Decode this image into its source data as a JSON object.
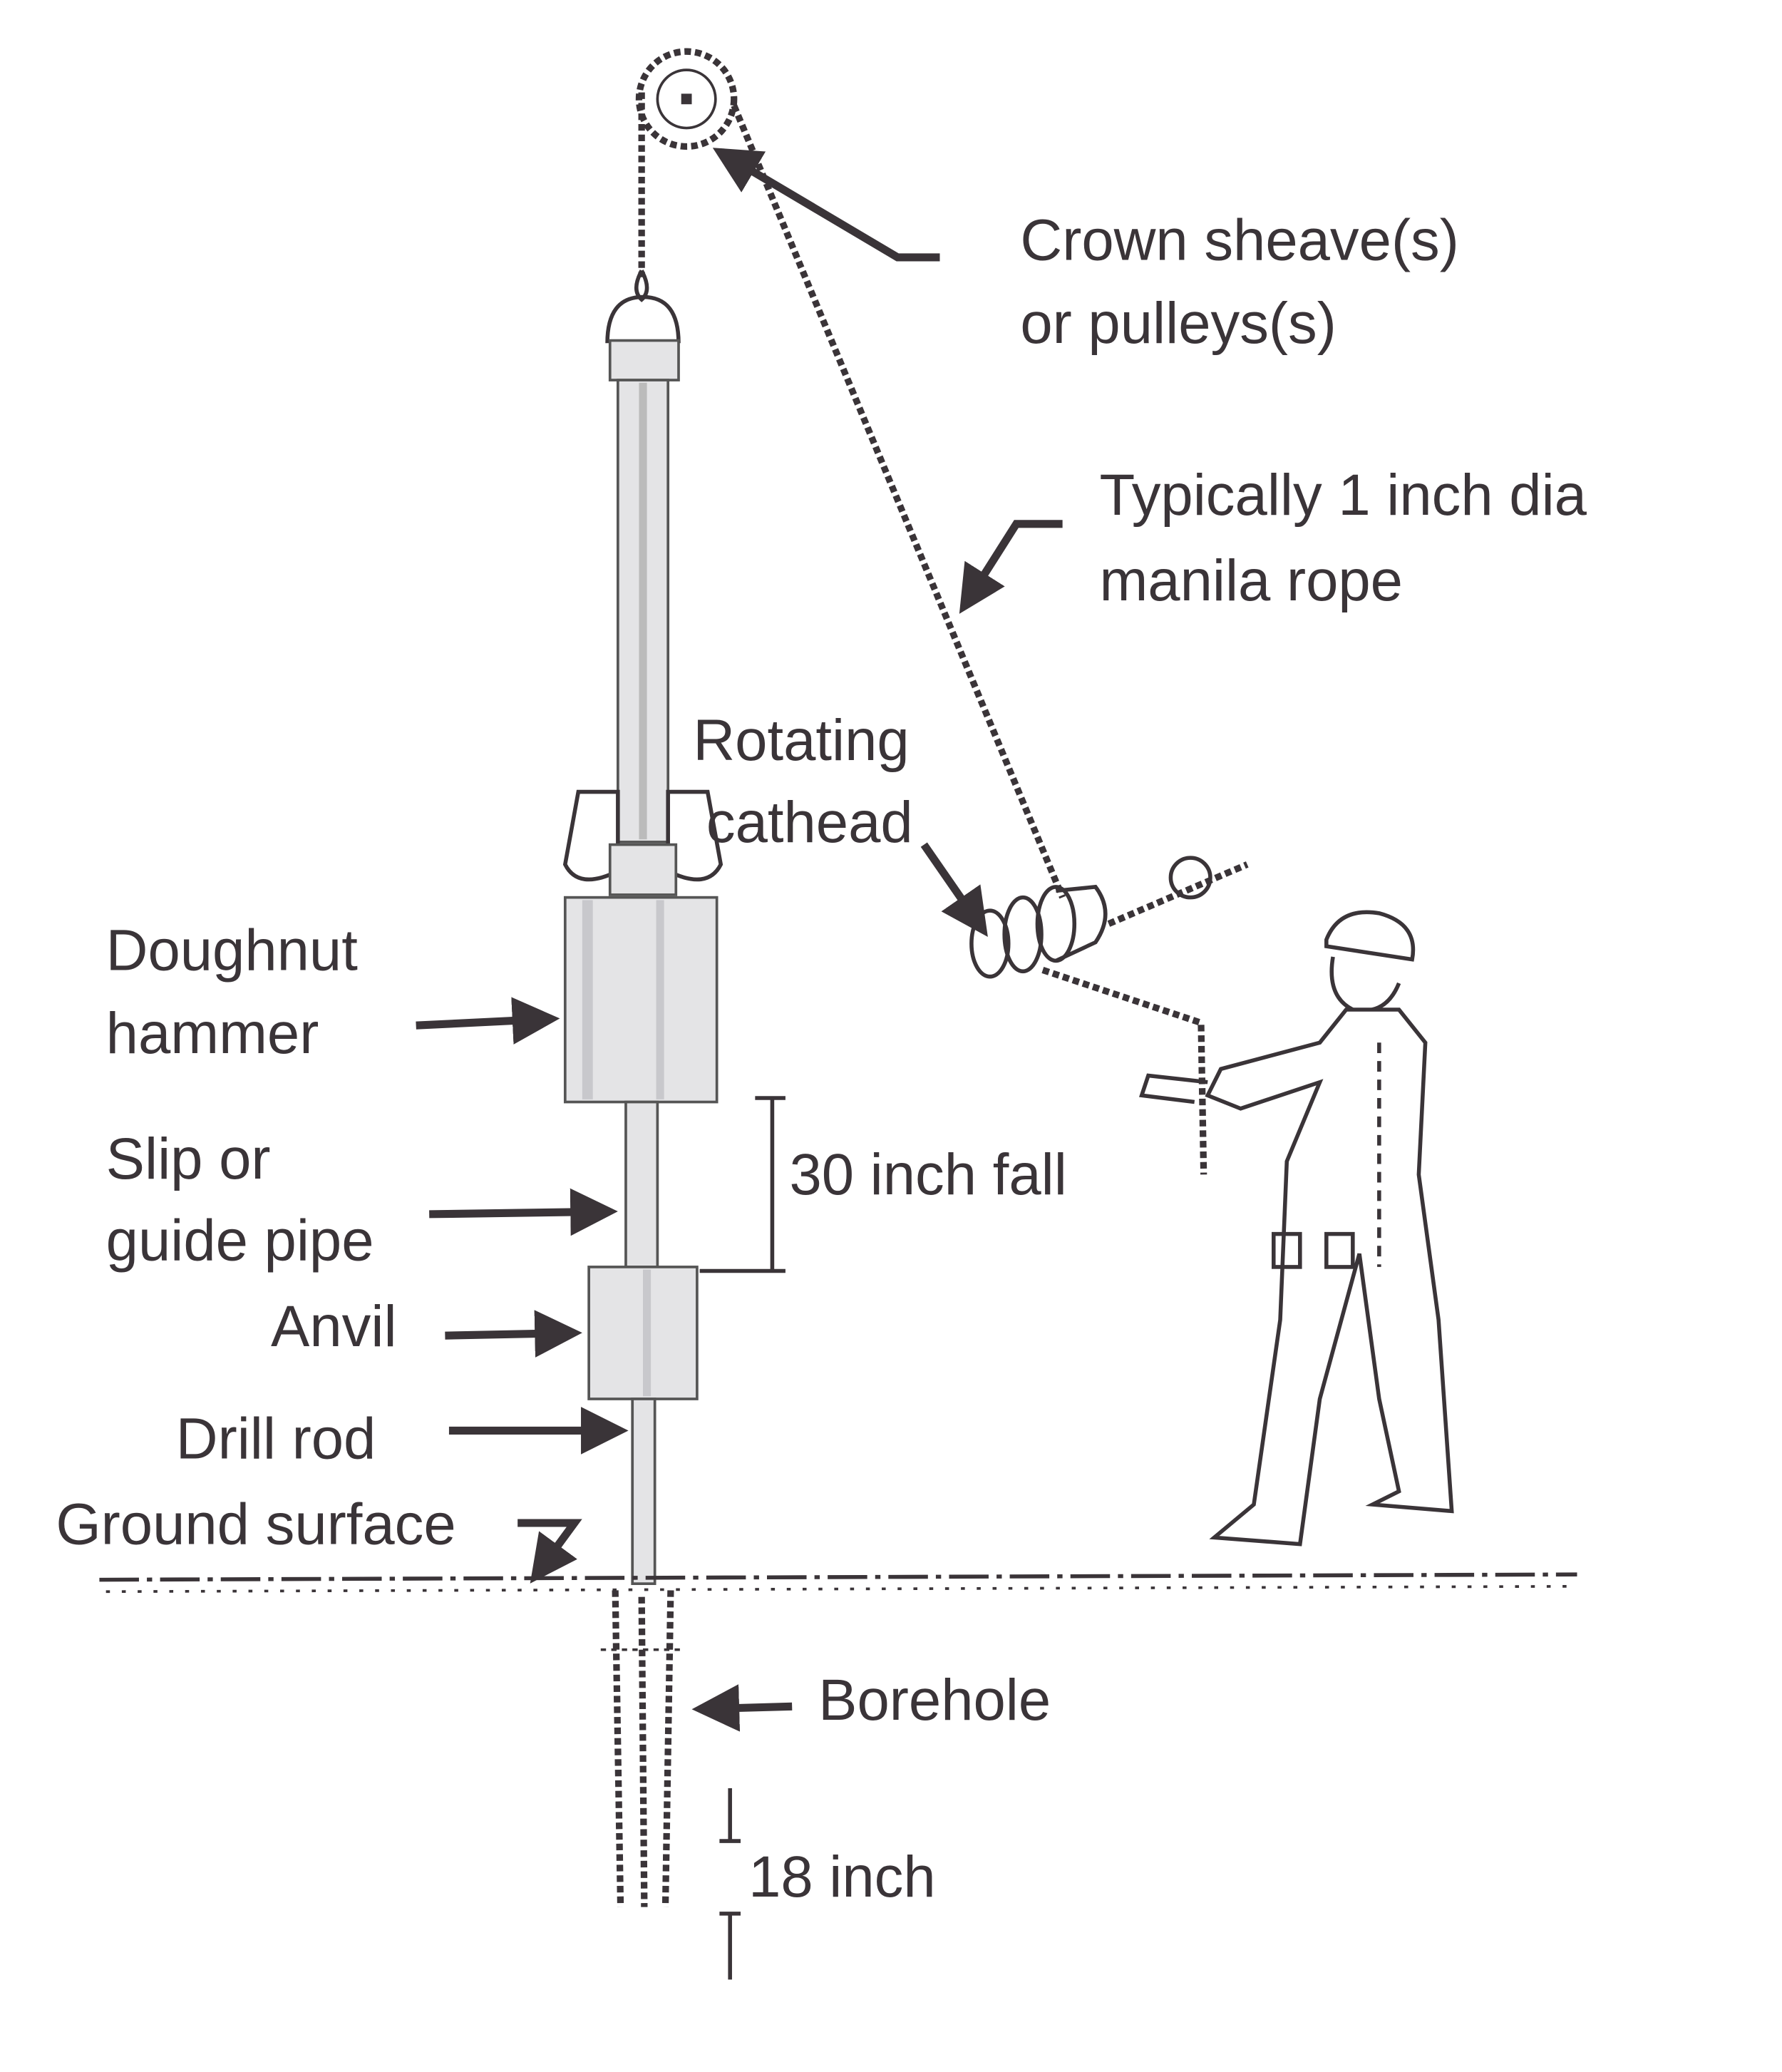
{
  "diagram": {
    "title": "Standard Penetration Test setup",
    "labels": {
      "crown_sheave_line1": "Crown sheave(s)",
      "crown_sheave_line2": "or pulleys(s)",
      "rope_line1": "Typically 1 inch dia",
      "rope_line2": "manila rope",
      "cathead_line1": "Rotating",
      "cathead_line2": "cathead",
      "hammer_line1": "Doughnut",
      "hammer_line2": "hammer",
      "guide_line1": "Slip or",
      "guide_line2": "guide pipe",
      "anvil": "Anvil",
      "drill_rod": "Drill rod",
      "ground_surface": "Ground surface",
      "fall": "30 inch fall",
      "borehole": "Borehole",
      "depth": "18 inch"
    },
    "colors": {
      "ink": "#3a3438",
      "metal": "#e4e4e6",
      "background": "#ffffff"
    }
  }
}
